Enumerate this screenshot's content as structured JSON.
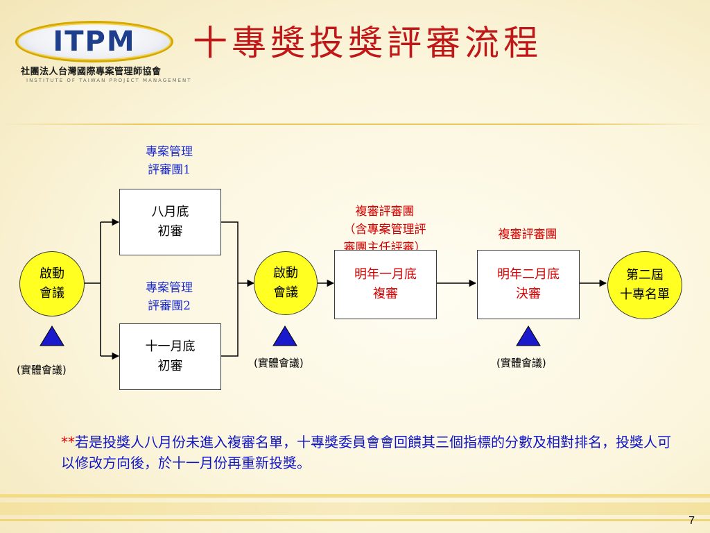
{
  "logo": {
    "text": "ITPM",
    "org_name": "社團法人台灣國際專案管理師協會",
    "org_en": "INSTITUTE OF TAIWAN PROJECT MANAGEMENT"
  },
  "title": "十專獎投獎評審流程",
  "labels": {
    "panel1": "專案管理\n評審團1",
    "panel2": "專案管理\n評審團2",
    "review_panel_full": "複審評審團\n（含專案管理評\n審團主任評審）",
    "review_panel": "複審評審團"
  },
  "nodes": {
    "kickoff1": "啟動\n會議",
    "box_aug": "八月底\n初審",
    "box_nov": "十一月底\n初審",
    "kickoff2": "啟動\n會議",
    "box_jan": "明年一月底\n複審",
    "box_feb": "明年二月底\n決審",
    "final": "第二屆\n十專名單"
  },
  "meeting_note": "(實體會議)",
  "footnote": {
    "stars": "**",
    "text": "若是投獎人八月份未進入複審名單，十專獎委員會會回饋其三個指標的分數及相對排名，投獎人可以修改方向後，於十一月份再重新投獎。"
  },
  "page_number": "7",
  "colors": {
    "title": "#c01818",
    "blue_text": "#1d2ccf",
    "red_text": "#d40000",
    "circle_fill": "#ffff22",
    "triangle_fill": "#1a1acc"
  }
}
